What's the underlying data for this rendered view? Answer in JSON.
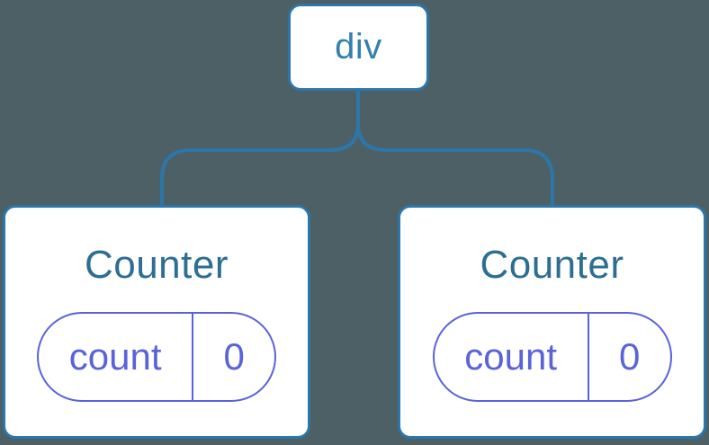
{
  "diagram": {
    "root_node": {
      "label": "div"
    },
    "counters": [
      {
        "title": "Counter",
        "state_key": "count",
        "state_value": "0"
      },
      {
        "title": "Counter",
        "state_key": "count",
        "state_value": "0"
      }
    ]
  },
  "colors": {
    "background": "#4D6066",
    "node_fill": "#FFFFFF",
    "node_border": "#2C76A9",
    "root_label": "#3380AF",
    "counter_title": "#2D6E93",
    "state_purple": "#5B62DA"
  }
}
